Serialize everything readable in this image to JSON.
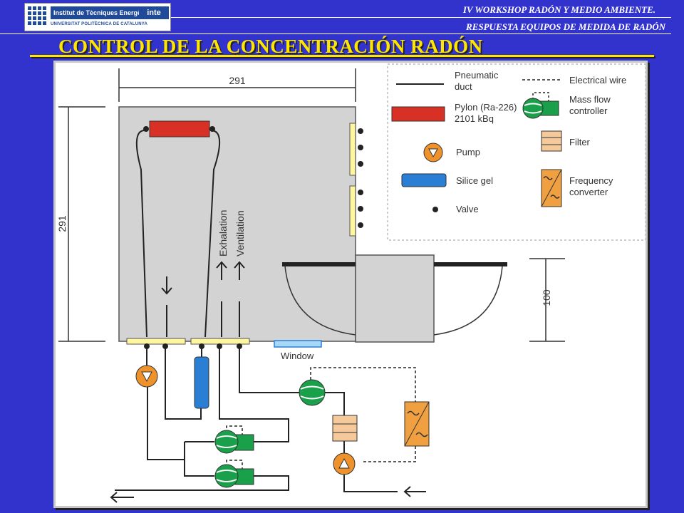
{
  "header": {
    "logo_institute": "Institut de Tècniques Energètiques",
    "logo_brand": "inte",
    "logo_university": "UNIVERSITAT POLITÈCNICA DE CATALUNYA",
    "line1": "IV WORKSHOP  RADÓN Y MEDIO AMBIENTE.",
    "line2": "RESPUESTA EQUIPOS DE MEDIDA DE RADÓN"
  },
  "title": "CONTROL DE LA CONCENTRACIÓN  RADÓN",
  "diagram": {
    "dim_width": "291",
    "dim_height": "291",
    "dim_small": "100",
    "label_exhalation": "Exhalation",
    "label_ventilation": "Ventilation",
    "label_window": "Window"
  },
  "legend": {
    "pneumatic_1": "Pneumatic",
    "pneumatic_2": "duct",
    "pylon_1": "Pylon (Ra-226)",
    "pylon_2": "2101 kBq",
    "pump": "Pump",
    "silice": "Silice gel",
    "valve": "Valve",
    "electrical": "Electrical wire",
    "massflow_1": "Mass flow",
    "massflow_2": "controller",
    "filter": "Filter",
    "freq_1": "Frequency",
    "freq_2": "converter"
  },
  "colors": {
    "background": "#3232cc",
    "title": "#ffe600",
    "pylon": "#d93025",
    "pump": "#f0922b",
    "silice": "#2a7fd4",
    "massflow": "#1aa04a",
    "filter": "#f6c99a",
    "converter": "#f0a040",
    "valve_plate": "#fff6a0",
    "chamber": "#d3d3d3"
  }
}
